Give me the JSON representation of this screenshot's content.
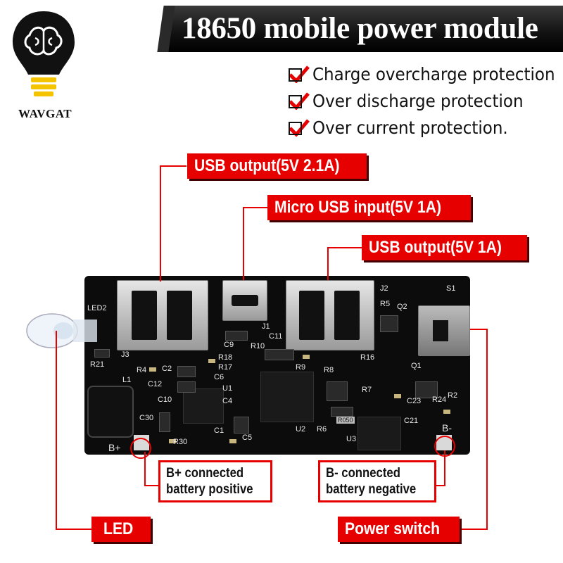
{
  "brand": {
    "logo_text": "WAVGAT",
    "logo_icon": "brain-lightbulb-icon"
  },
  "title": "18650 mobile power module",
  "features": [
    "Charge overcharge protection",
    "Over discharge protection",
    "Over current protection."
  ],
  "callouts": {
    "usb_output_high": "USB output(5V 2.1A)",
    "micro_usb_input": "Micro USB input(5V 1A)",
    "usb_output_low": "USB output(5V 1A)",
    "b_plus": [
      "B+ connected",
      "battery positive"
    ],
    "b_minus": [
      "B- connected",
      "battery negative"
    ],
    "led": "LED",
    "power_switch": "Power switch"
  },
  "board_labels": {
    "led2": "LED2",
    "j3": "J3",
    "j1": "J1",
    "j2": "J2",
    "s1": "S1",
    "r5": "R5",
    "q2": "Q2",
    "c9": "C9",
    "r10": "R10",
    "c11": "C11",
    "r21": "R21",
    "r4": "R4",
    "c2": "C2",
    "r18": "R18",
    "r17": "R17",
    "c6": "C6",
    "r9": "R9",
    "r8": "R8",
    "r16": "R16",
    "q1": "Q1",
    "l1": "L1",
    "c12": "C12",
    "c10": "C10",
    "u1": "U1",
    "c4": "C4",
    "r7": "R7",
    "c23": "C23",
    "r24": "R24",
    "r2": "R2",
    "c30": "C30",
    "c1": "C1",
    "c5": "C5",
    "u2": "U2",
    "r6": "R6",
    "u3": "U3",
    "r050": "R050",
    "c21": "C21",
    "r30": "R30",
    "b_plus": "B+",
    "b_minus": "B-"
  },
  "colors": {
    "accent": "#e60000",
    "board": "#0c0c0c",
    "title_bg": "#111111"
  }
}
